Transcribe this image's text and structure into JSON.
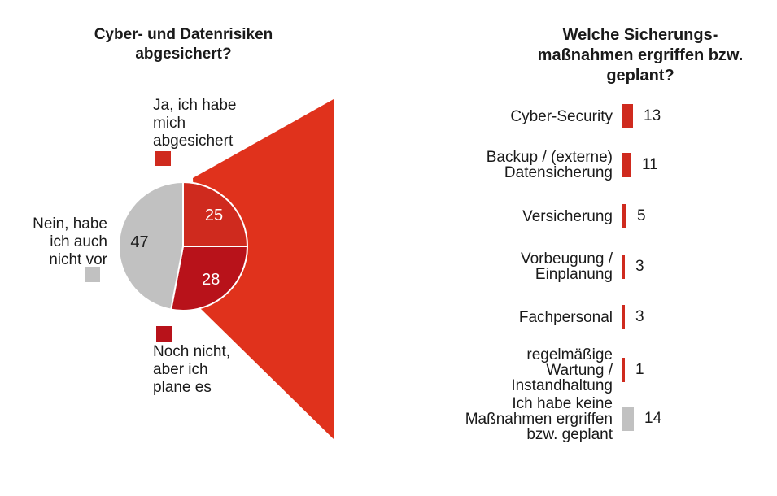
{
  "colors": {
    "connector_red": "#E0321C",
    "bright_red": "#CF2A1E",
    "dark_red": "#B8121A",
    "gray": "#C1C1C1",
    "text": "#1A1A1A",
    "label_on_red": "#FFFFFF"
  },
  "left_chart": {
    "title": "Cyber- und Datenrisiken\nabgesichert?",
    "legend": [
      {
        "label": "Ja, ich habe\nmich\nabgesichert"
      },
      {
        "label": "Nein, habe\nich auch\nnicht vor"
      },
      {
        "label": "Noch nicht,\naber ich\nplane es"
      }
    ]
  },
  "right_chart": {
    "title": "Welche Sicherungs-\nmaßnahmen ergriffen bzw.\ngeplant?"
  },
  "chart_data": [
    {
      "type": "pie",
      "title": "Cyber- und Datenrisiken abgesichert?",
      "labels": [
        "Ja, ich habe mich abgesichert",
        "Noch nicht, aber ich plane es",
        "Nein, habe ich auch nicht vor"
      ],
      "values": [
        25,
        28,
        47
      ],
      "colors": [
        "#CF2A1E",
        "#B8121A",
        "#C1C1C1"
      ],
      "data_label_colors": [
        "#FFFFFF",
        "#FFFFFF",
        "#222222"
      ],
      "start_angle_deg": 0,
      "direction": "clockwise",
      "legend_position": "around"
    },
    {
      "type": "bar",
      "title": "Welche Sicherungsmaßnahmen ergriffen bzw. geplant?",
      "categories": [
        "Cyber-Security",
        "Backup / (externe) Datensicherung",
        "Versicherung",
        "Vorbeugung / Einplanung",
        "Fachpersonal",
        "regelmäßige Wartung / Instandhaltung",
        "Ich habe keine Maßnahmen ergriffen bzw. geplant"
      ],
      "display_labels": [
        "Cyber-Security",
        "Backup / (externe)\nDatensicherung",
        "Versicherung",
        "Vorbeugung /\nEinplanung",
        "Fachpersonal",
        "regelmäßige\nWartung /\nInstandhaltung",
        "Ich habe keine\nMaßnahmen ergriffen\nbzw. geplant"
      ],
      "values": [
        13,
        11,
        5,
        3,
        3,
        1,
        14
      ],
      "colors": [
        "#CF2A1E",
        "#CF2A1E",
        "#CF2A1E",
        "#CF2A1E",
        "#CF2A1E",
        "#CF2A1E",
        "#C1C1C1"
      ],
      "grid": false,
      "axis_labels_shown": false,
      "value_labels": "right of bar"
    }
  ]
}
